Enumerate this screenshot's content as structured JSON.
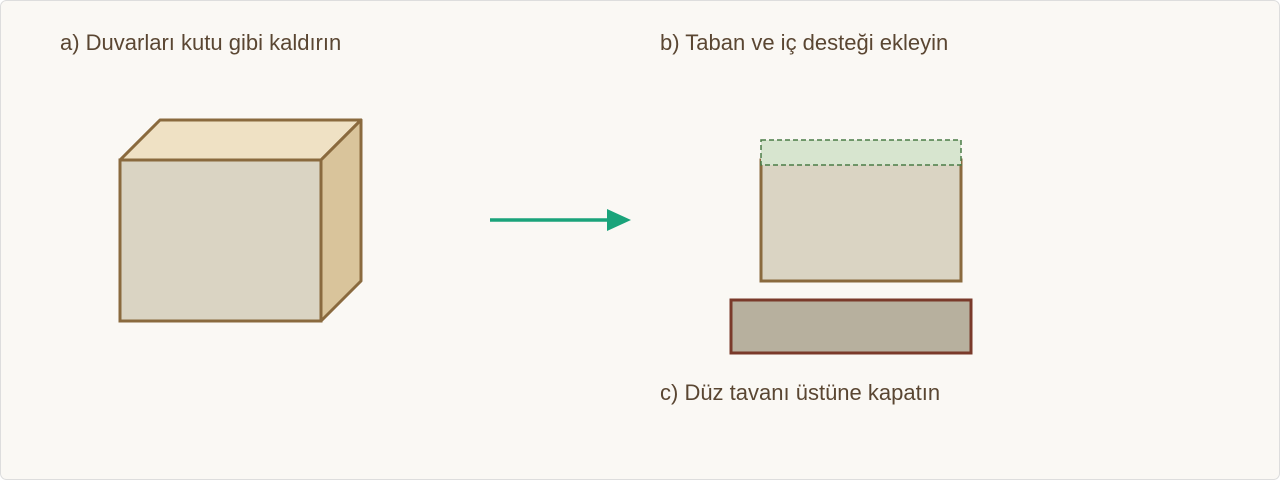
{
  "steps": {
    "a": {
      "label": "a) Duvarları kutu gibi kaldırın"
    },
    "b": {
      "label": "b) Taban ve iç desteği ekleyin"
    },
    "c": {
      "label": "c) Düz tavanı üstüne kapatın"
    }
  },
  "colors": {
    "background": "#faf8f4",
    "frame_border": "#dddddd",
    "wall_front": "#dad4c3",
    "wall_top": "#efe1c4",
    "wall_side": "#d9c49b",
    "outline": "#8a6a3e",
    "roof_fill": "#d7e5cf",
    "roof_outline": "#4a7c47",
    "base_fill": "#b7b09e",
    "base_outline": "#7a3a2a",
    "arrow": "#1aa37a"
  }
}
